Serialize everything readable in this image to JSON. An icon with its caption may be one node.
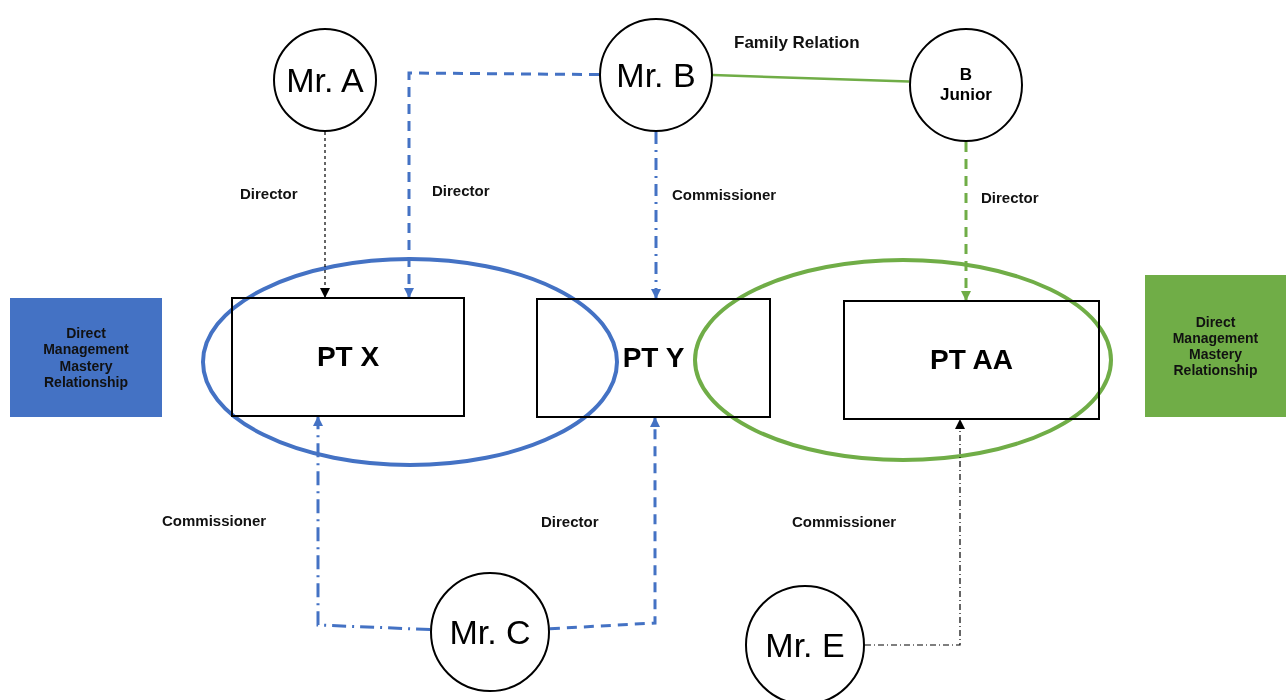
{
  "diagram": {
    "nodes": [
      {
        "text": [
          "Mr. A"
        ]
      },
      {
        "text": [
          "Mr. B"
        ]
      },
      {
        "text": [
          "B Junior"
        ]
      },
      {
        "text": [
          "PT X"
        ]
      },
      {
        "text": [
          "PT Y"
        ]
      },
      {
        "text": [
          "PT AA"
        ]
      },
      {
        "text": [
          "Mr. C"
        ]
      },
      {
        "text": [
          "Mr. E"
        ]
      }
    ],
    "edges": [
      {
        "from": 0,
        "to": 3,
        "arrow": "to",
        "label": "Director",
        "style": "dashed",
        "color": "#000000"
      },
      {
        "from": 1,
        "to": 3,
        "arrow": "to",
        "label": "Director",
        "style": "dashed"
      },
      {
        "from": 1,
        "to": 4,
        "arrow": "to",
        "label": "Commissioner",
        "style": "dashed"
      },
      {
        "from": 1,
        "to": 2,
        "arrow": "none",
        "label": "Family Relation",
        "color": "#70ad47"
      },
      {
        "from": 2,
        "to": 5,
        "arrow": "to",
        "label": "Director",
        "style": "dashed",
        "color": "#70ad47"
      },
      {
        "from": 6,
        "to": 3,
        "arrow": "to",
        "label": "Commissioner",
        "style": "dashed"
      },
      {
        "from": 6,
        "to": 4,
        "arrow": "to",
        "label": "Director",
        "style": "dashed"
      },
      {
        "from": 7,
        "to": 5,
        "arrow": "to",
        "label": "Commissioner",
        "style": "dashed",
        "color": "#000000"
      }
    ],
    "legend": [
      {
        "text": "Direct Management Mastery Relationship",
        "color": "#4472c4"
      },
      {
        "text": "Direct Management Mastery Relationship",
        "color": "#70ad47"
      }
    ]
  }
}
